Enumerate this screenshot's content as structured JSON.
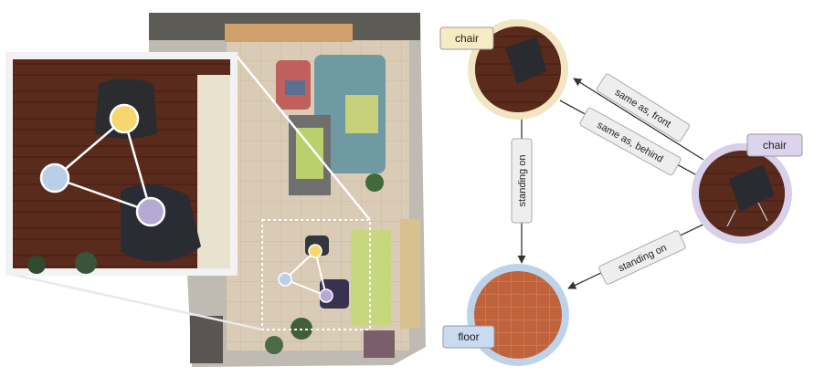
{
  "scene": {
    "nodes": [
      {
        "id": "chair-top",
        "color": "#f5d76e"
      },
      {
        "id": "chair-side",
        "color": "#b7a9d6"
      },
      {
        "id": "floor",
        "color": "#b9cfe8"
      }
    ]
  },
  "graph": {
    "nodes": {
      "chair_top": {
        "label": "chair",
        "tag_color": "#f7ebc4",
        "ring_color": "#f2e6c2"
      },
      "chair_right": {
        "label": "chair",
        "tag_color": "#dcd4ec",
        "ring_color": "#d8cfe8"
      },
      "floor": {
        "label": "floor",
        "tag_color": "#c9dbf0",
        "ring_color": "#bdd3ea"
      }
    },
    "edges": [
      {
        "id": "e1",
        "label": "same as, front"
      },
      {
        "id": "e2",
        "label": "same as, behind"
      },
      {
        "id": "e3",
        "label": "standing on"
      },
      {
        "id": "e4",
        "label": "standing on"
      }
    ]
  }
}
